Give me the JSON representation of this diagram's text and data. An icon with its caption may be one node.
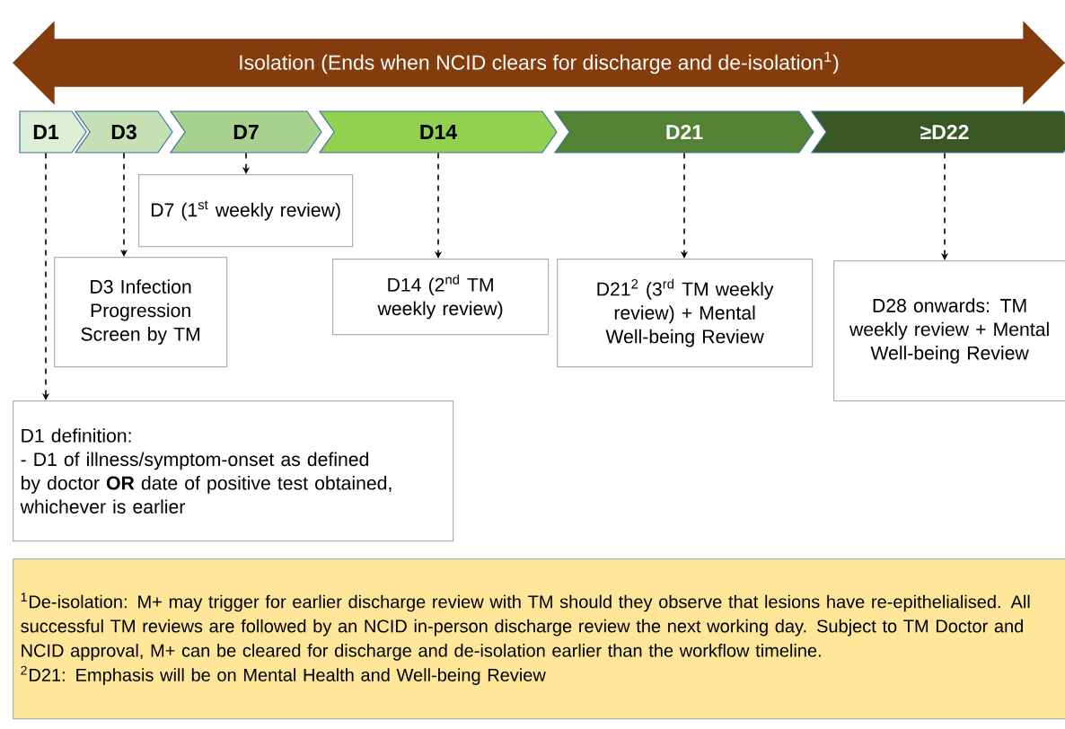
{
  "diagram": {
    "nodes": [
      {
        "text": [
          "Isolation (Ends when NCID clears for discharge and de-isolation$^{1}$)"
        ]
      },
      {
        "text": [
          "D1"
        ]
      },
      {
        "text": [
          "D3"
        ]
      },
      {
        "text": [
          "D7"
        ]
      },
      {
        "text": [
          "D14"
        ]
      },
      {
        "text": [
          "D21"
        ]
      },
      {
        "text": [
          "≥D22"
        ]
      },
      {
        "text": [
          "D7 (1$^{st}$ weekly review)"
        ]
      },
      {
        "text": [
          "D3 Infection Progression Screen by TM"
        ]
      },
      {
        "text": [
          "D14 (2$^{nd}$ TM weekly review)"
        ]
      },
      {
        "text": [
          "D21$^{2}$ (3$^{rd}$ TM weekly review) + Mental Well-being Review"
        ]
      },
      {
        "text": [
          "D28 onwards: TM weekly review + Mental Well-being Review"
        ]
      },
      {
        "text": [
          "D1 definition:",
          "- D1 of illness/symptom-onset as defined by doctor **OR** date of positive test obtained, whichever is earlier"
        ]
      },
      {
        "text": [
          "$^{1}$De-isolation: M+ may trigger for earlier discharge review with TM should they observe that lesions have re-epithelialised. All successful TM reviews are followed by an NCID in-person discharge review the next working day. Subject to TM Doctor and NCID approval, M+ can be cleared for discharge and de-isolation earlier than the workflow timeline.",
          "$^{2}$D21: Emphasis will be on Mental Health and Well-being Review"
        ]
      }
    ],
    "edges": [
      {
        "from": 3,
        "to": 7,
        "arrow": "to",
        "style": "dashed"
      },
      {
        "from": 2,
        "to": 8,
        "arrow": "to",
        "style": "dashed"
      },
      {
        "from": 4,
        "to": 9,
        "arrow": "to",
        "style": "dashed"
      },
      {
        "from": 5,
        "to": 10,
        "arrow": "to",
        "style": "dashed"
      },
      {
        "from": 6,
        "to": 11,
        "arrow": "to",
        "style": "dashed"
      },
      {
        "from": 1,
        "to": 12,
        "arrow": "to",
        "style": "dashed"
      }
    ]
  }
}
